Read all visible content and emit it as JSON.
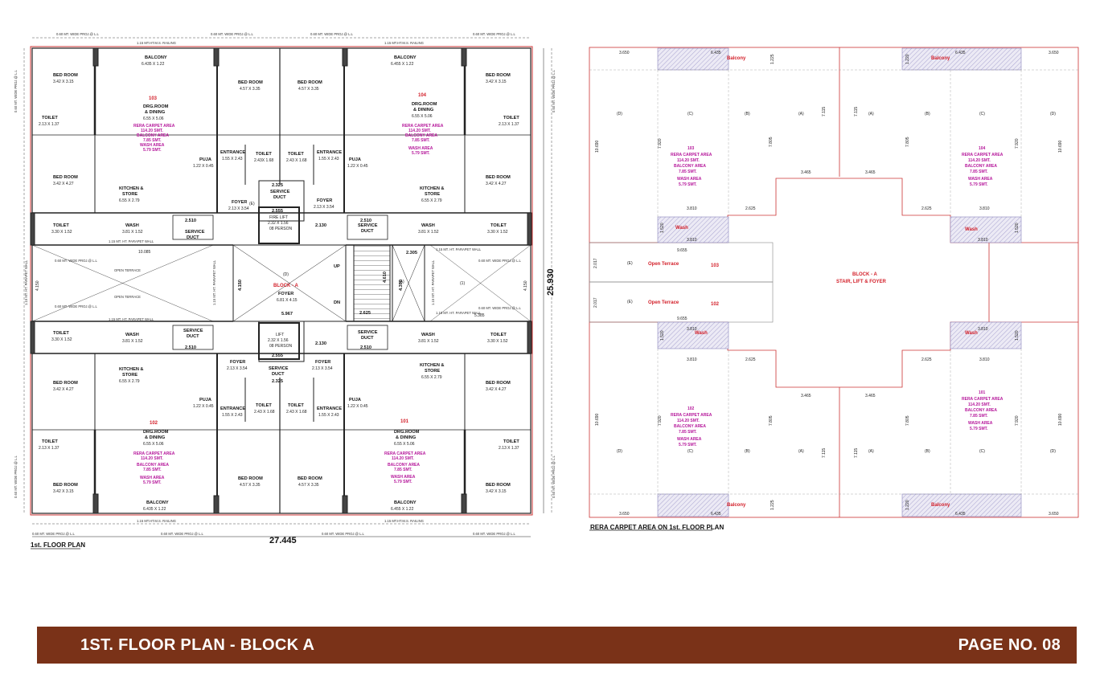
{
  "footer": {
    "title": "1ST. FLOOR PLAN - BLOCK A",
    "page": "PAGE NO. 08"
  },
  "left_plan": {
    "caption": "1st. FLOOR PLAN",
    "overall_width": "27.445",
    "overall_depth": "25.930",
    "edge_notes": {
      "proj": "0.60 MT. WIDE PROJ.@ L.L",
      "railing": "1.15 MT.HT.M.S. RAILING",
      "parapet": "1.15 MT. HT. PARAPET WALL",
      "terrace": "OPEN TERRACE",
      "depth_4150": "4.150",
      "width_10085": "10.085",
      "width_5385": "5.385",
      "parapet_short": "1.15 MT. HT. PARAPET WALL"
    },
    "core": {
      "block": "BLOCK - A",
      "foyer": "FOYER",
      "foyer_dim": "6.81 X 4.15",
      "fire_lift": "FIRE LIFT",
      "fire_lift_dim": "2.32 X 1.56",
      "fire_lift_cap": "08 PERSON",
      "lift": "LIFT",
      "lift_dim": "2.32 X 1.56",
      "lift_cap": "08 PERSON",
      "up": "UP",
      "dn": "DN",
      "w5967": "5.967",
      "w2555": "2.555",
      "w2130": "2.130",
      "w2325": "2.325",
      "w2305": "2.305",
      "w2625": "2.625",
      "h4150": "4.150",
      "h4390": "4.390",
      "h4610": "4.610",
      "d": "(D)",
      "a": "(A)",
      "e": "(E)",
      "one": "(1)"
    },
    "flats": [
      {
        "no": "103",
        "balcony": "BALCONY",
        "balcony_dim": "6.435 X 1.22",
        "bed1": "BED ROOM",
        "bed1_dim": "3.42 X 3.15",
        "bed2": "BED ROOM",
        "bed2_dim": "4.57 X 3.35",
        "drg": "DRG.ROOM",
        "drg2": "& DINING",
        "drg_dim": "6.55 X 5.06",
        "rera": "RERA CARPET AREA",
        "rera_val": "114.20 SMT.",
        "balc_area": "BALCONY AREA",
        "balc_val": "7.85 SMT.",
        "wash_area": "WASH AREA",
        "wash_val": "5.79 SMT.",
        "toilet1": "TOILET",
        "toilet1_dim": "2.13 X 1.37",
        "bed3": "BED ROOM",
        "bed3_dim": "3.42 X 4.27",
        "kitchen": "KITCHEN &",
        "kitchen2": "STORE",
        "kitchen_dim": "6.55 X 2.79",
        "puja": "PUJA",
        "puja_dim": "1.22 X 0.45",
        "entrance": "ENTRANCE",
        "entrance_dim": "1.55 X 2.43",
        "toilet2": "TOILET",
        "toilet2_dim": "2.43X 1.68",
        "foyer": "FOYER",
        "foyer_dim": "2.13 X 3.54",
        "service": "SERVICE",
        "duct": "DUCT",
        "toilet3": "TOILET",
        "toilet3_dim": "3.30 X 1.52",
        "wash": "WASH",
        "wash_dim": "3.81 X 1.52",
        "sduct_w": "2.510"
      },
      {
        "no": "104",
        "balcony": "BALCONY",
        "balcony_dim": "6.455 X 1.22",
        "bed1": "BED ROOM",
        "bed1_dim": "3.42 X 3.15",
        "bed2": "BED ROOM",
        "bed2_dim": "4.57 X 3.35",
        "drg": "DRG.ROOM",
        "drg2": "& DINING",
        "drg_dim": "6.55 X 5.06",
        "rera": "RERA CARPET AREA",
        "rera_val": "114.20 SMT.",
        "balc_area": "BALCONY AREA",
        "balc_val": "7.85 SMT.",
        "wash_area": "WASH AREA",
        "wash_val": "5.79 SMT.",
        "toilet1": "TOILET",
        "toilet1_dim": "2.13 X 1.37",
        "bed3": "BED ROOM",
        "bed3_dim": "3.42 X 4.27",
        "kitchen": "KITCHEN &",
        "kitchen2": "STORE",
        "kitchen_dim": "6.55 X 2.79",
        "puja": "PUJA",
        "puja_dim": "1.22 X 0.45",
        "entrance": "ENTRANCE",
        "entrance_dim": "1.55 X 2.43",
        "toilet2": "TOILET",
        "toilet2_dim": "2.43 X 1.68",
        "foyer": "FOYER",
        "foyer_dim": "2.13 X 3.54",
        "service": "SERVICE",
        "duct": "DUCT",
        "toilet3": "TOILET",
        "toilet3_dim": "3.30 X 1.52",
        "wash": "WASH",
        "wash_dim": "3.81 X 1.52",
        "sduct_w": "2.510"
      },
      {
        "no": "102",
        "balcony": "BALCONY",
        "balcony_dim": "6.435 X 1.22",
        "bed1": "BED ROOM",
        "bed1_dim": "3.42 X 3.15",
        "bed2": "BED ROOM",
        "bed2_dim": "4.57 X 3.35",
        "drg": "DRG.ROOM",
        "drg2": "& DINING",
        "drg_dim": "6.55 X 5.06",
        "rera": "RERA CARPET AREA",
        "rera_val": "114.20 SMT.",
        "balc_area": "BALCONY AREA",
        "balc_val": "7.85 SMT.",
        "wash_area": "WASH AREA",
        "wash_val": "5.79 SMT.",
        "toilet1": "TOILET",
        "toilet1_dim": "2.13 X 1.37",
        "bed3": "BED ROOM",
        "bed3_dim": "3.42 X 4.27",
        "kitchen": "KITCHEN &",
        "kitchen2": "STORE",
        "kitchen_dim": "6.55 X 2.79",
        "puja": "PUJA",
        "puja_dim": "1.22 X 0.45",
        "entrance": "ENTRANCE",
        "entrance_dim": "1.55 X 2.43",
        "toilet2": "TOILET",
        "toilet2_dim": "2.43 X 1.68",
        "foyer": "FOYER",
        "foyer_dim": "2.13 X 3.54",
        "service": "SERVICE",
        "duct": "DUCT",
        "toilet3": "TOILET",
        "toilet3_dim": "3.30 X 1.52",
        "wash": "WASH",
        "wash_dim": "3.81 X 1.52",
        "sduct_w": "2.510"
      },
      {
        "no": "101",
        "balcony": "BALCONY",
        "balcony_dim": "6.455 X 1.22",
        "bed1": "BED ROOM",
        "bed1_dim": "3.42 X 3.15",
        "bed2": "BED ROOM",
        "bed2_dim": "4.57 X 3.35",
        "drg": "DRG.ROOM",
        "drg2": "& DINING",
        "drg_dim": "6.55 X 5.06",
        "rera": "RERA CARPET AREA",
        "rera_val": "114.20 SMT.",
        "balc_area": "BALCONY AREA",
        "balc_val": "7.85 SMT.",
        "wash_area": "WASH AREA",
        "wash_val": "5.79 SMT.",
        "toilet1": "TOILET",
        "toilet1_dim": "2.13 X 1.37",
        "bed3": "BED ROOM",
        "bed3_dim": "3.42 X 4.27",
        "kitchen": "KITCHEN &",
        "kitchen2": "STORE",
        "kitchen_dim": "6.55 X 2.79",
        "puja": "PUJA",
        "puja_dim": "1.22 X 0.45",
        "entrance": "ENTRANCE",
        "entrance_dim": "1.55 X 2.43",
        "toilet2": "TOILET",
        "toilet2_dim": "2.43 X 1.68",
        "foyer": "FOYER",
        "foyer_dim": "2.13 X 3.54",
        "service": "SERVICE",
        "duct": "DUCT",
        "toilet3": "TOILET",
        "toilet3_dim": "3.30 X 1.52",
        "wash": "WASH",
        "wash_dim": "3.81 X 1.52",
        "sduct_w": "2.510"
      }
    ]
  },
  "right_plan": {
    "caption": "RERA CARPET AREA ON 1st. FLOOR  PLAN",
    "core_title": "BLOCK - A",
    "core_sub": "STAIR, LIFT & FOYER",
    "open_terrace": "Open Terrace",
    "terrace_103": "103",
    "terrace_102": "102",
    "w9655": "9.655",
    "h2017": "2.017",
    "e": "(E)",
    "units": [
      {
        "no": "103",
        "balcony": "Balcony",
        "wash": "Wash",
        "rera": "RERA CARPET AREA",
        "rera_val": "114.20  SMT.",
        "balc_area": "BALCONY AREA",
        "balc_val": "7.85  SMT.",
        "wash_area": "WASH AREA",
        "wash_val": "5.79  SMT.",
        "w_out": "3.650",
        "w_balc": "6.435",
        "h_balc": "1.225",
        "h_full": "10.690",
        "h_mid": "7.920",
        "h_in": "7.805",
        "h_a": "7.115",
        "w_mid": "3.810",
        "w_c": "2.625",
        "w_a": "3.465",
        "h_wash": "1.520",
        "w_wash": "3.810",
        "d": "(D)",
        "c": "(C)",
        "b": "(B)",
        "a": "(A)"
      },
      {
        "no": "104",
        "balcony": "Balcony",
        "wash": "Wash",
        "rera": "RERA CARPET AREA",
        "rera_val": "114.20  SMT.",
        "balc_area": "BALCONY AREA",
        "balc_val": "7.85  SMT.",
        "wash_area": "WASH AREA",
        "wash_val": "5.79  SMT.",
        "w_out": "3.650",
        "w_balc": "6.435",
        "h_balc": "1.220",
        "h_full": "10.690",
        "h_mid": "7.920",
        "h_in": "7.805",
        "h_a": "7.115",
        "w_mid": "3.810",
        "w_c": "2.625",
        "w_a": "3.465",
        "h_wash": "1.520",
        "w_wash": "3.810",
        "d": "(D)",
        "c": "(C)",
        "b": "(B)",
        "a": "(A)"
      },
      {
        "no": "102",
        "balcony": "Balcony",
        "wash": "Wash",
        "rera": "RERA CARPET AREA",
        "rera_val": "114.20  SMT.",
        "balc_area": "BALCONY AREA",
        "balc_val": "7.85  SMT.",
        "wash_area": "WASH AREA",
        "wash_val": "5.79  SMT.",
        "w_out": "3.650",
        "w_balc": "6.435",
        "h_balc": "1.225",
        "h_full": "10.690",
        "h_mid": "7.920",
        "h_in": "7.805",
        "h_a": "7.115",
        "w_mid": "3.810",
        "w_c": "2.625",
        "w_a": "3.465",
        "h_wash": "1.520",
        "w_wash": "3.810",
        "d": "(D)",
        "c": "(C)",
        "b": "(B)",
        "a": "(A)"
      },
      {
        "no": "101",
        "balcony": "Balcony",
        "wash": "Wash",
        "rera": "RERA CARPET AREA",
        "rera_val": "114.20  SMT.",
        "balc_area": "BALCONY AREA",
        "balc_val": "7.85  SMT.",
        "wash_area": "WASH AREA",
        "wash_val": "5.79  SMT.",
        "w_out": "3.650",
        "w_balc": "6.435",
        "h_balc": "1.220",
        "h_full": "10.690",
        "h_mid": "7.920",
        "h_in": "7.805",
        "h_a": "7.115",
        "w_mid": "3.810",
        "w_c": "2.625",
        "w_a": "3.465",
        "h_wash": "1.520",
        "w_wash": "3.810",
        "d": "(D)",
        "c": "(C)",
        "b": "(B)",
        "a": "(A)"
      }
    ]
  },
  "colors": {
    "banner": "#7a3218",
    "accent_red": "#d3202a",
    "magenta": "#b5169a",
    "hatch": "#b9b5d9"
  }
}
